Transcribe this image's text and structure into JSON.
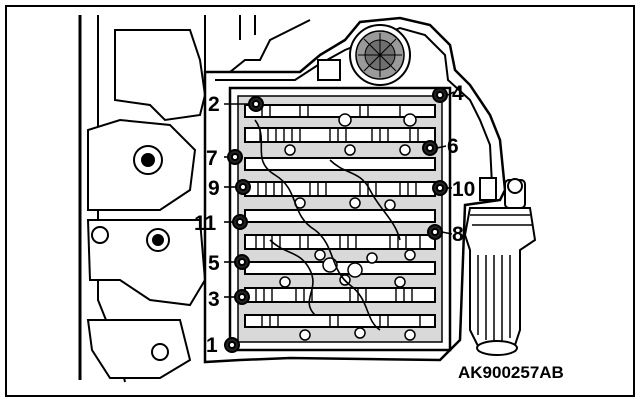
{
  "diagram": {
    "reference_code": "AK900257AB",
    "callouts": [
      "1",
      "2",
      "3",
      "4",
      "5",
      "6",
      "7",
      "8",
      "9",
      "10",
      "11"
    ]
  },
  "colors": {
    "ink": "#000000",
    "paper": "#ffffff",
    "fill_grey": "#d9d9d9"
  }
}
